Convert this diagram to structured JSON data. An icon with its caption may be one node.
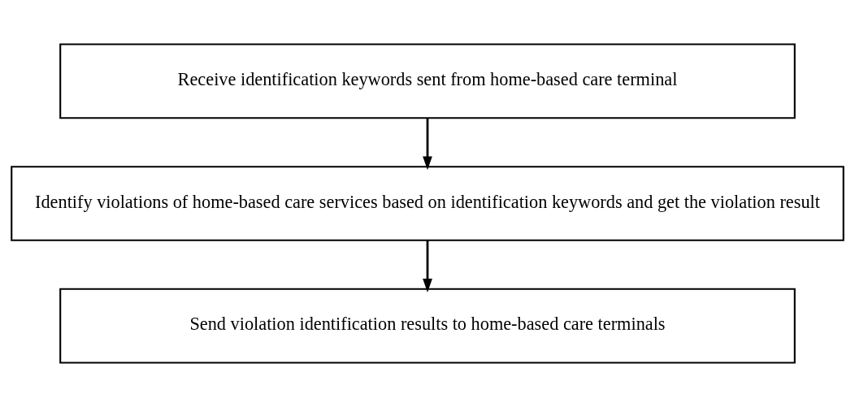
{
  "diagram": {
    "nodes": [
      {
        "text": [
          "Receive identification keywords sent from home-based care terminal"
        ]
      },
      {
        "text": [
          "Identify violations of home-based care services based on identification keywords and get the violation result"
        ]
      },
      {
        "text": [
          "Send violation identification results to home-based care terminals"
        ]
      }
    ],
    "edges": [
      {
        "from": 0,
        "to": 1,
        "arrow": "to"
      },
      {
        "from": 1,
        "to": 2,
        "arrow": "to"
      }
    ]
  }
}
